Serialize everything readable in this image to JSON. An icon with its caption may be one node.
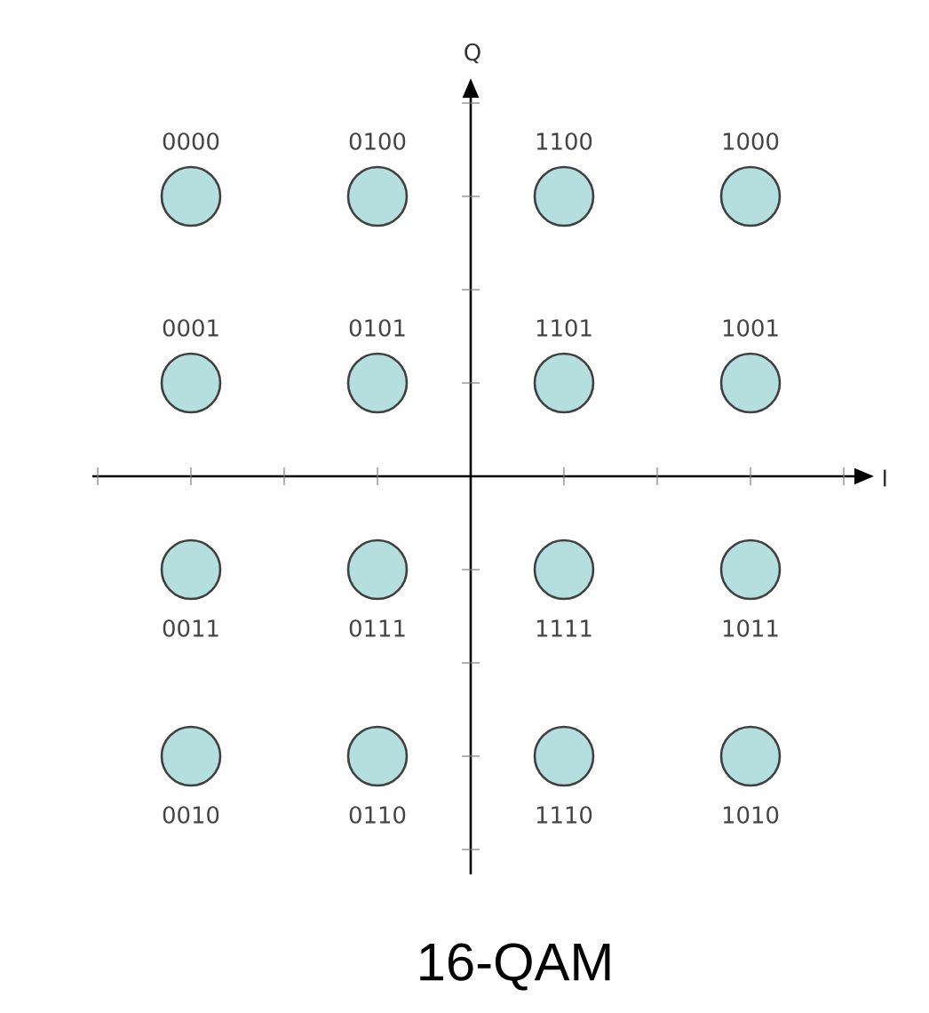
{
  "diagram": {
    "caption": "16-QAM",
    "nodes": [
      {
        "text": [],
        "shape": "circle",
        "beside": [
          "0000"
        ]
      },
      {
        "text": [],
        "shape": "circle",
        "beside": [
          "0100"
        ]
      },
      {
        "text": [],
        "shape": "circle",
        "beside": [
          "1100"
        ]
      },
      {
        "text": [],
        "shape": "circle",
        "beside": [
          "1000"
        ]
      },
      {
        "text": [],
        "shape": "circle",
        "beside": [
          "0001"
        ]
      },
      {
        "text": [],
        "shape": "circle",
        "beside": [
          "0101"
        ]
      },
      {
        "text": [],
        "shape": "circle",
        "beside": [
          "1101"
        ]
      },
      {
        "text": [],
        "shape": "circle",
        "beside": [
          "1001"
        ]
      },
      {
        "text": [],
        "shape": "circle",
        "beside": [
          "0011"
        ]
      },
      {
        "text": [],
        "shape": "circle",
        "beside": [
          "0111"
        ]
      },
      {
        "text": [],
        "shape": "circle",
        "beside": [
          "1111"
        ]
      },
      {
        "text": [],
        "shape": "circle",
        "beside": [
          "1011"
        ]
      },
      {
        "text": [],
        "shape": "circle",
        "beside": [
          "0010"
        ]
      },
      {
        "text": [],
        "shape": "circle",
        "beside": [
          "0110"
        ]
      },
      {
        "text": [],
        "shape": "circle",
        "beside": [
          "1110"
        ]
      },
      {
        "text": [],
        "shape": "circle",
        "beside": [
          "1010"
        ]
      }
    ],
    "labels": [
      "Q",
      "I"
    ]
  }
}
